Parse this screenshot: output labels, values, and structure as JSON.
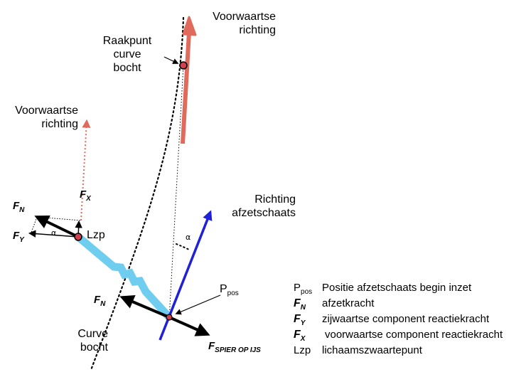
{
  "labels": {
    "forward_top": [
      "Voorwaartse",
      "richting"
    ],
    "contact_point": [
      "Raakpunt",
      "curve",
      "bocht"
    ],
    "forward_left": [
      "Voorwaartse",
      "richting"
    ],
    "push_direction": [
      "Richting",
      "afzetschaats"
    ],
    "curve": [
      "Curve",
      "bocht"
    ],
    "lzp": "Lzp",
    "alpha": "α",
    "p_pos": {
      "main": "P",
      "sub": "pos"
    }
  },
  "forces": {
    "fn_left": {
      "main": "F",
      "sub": "N"
    },
    "fy_left": {
      "main": "F",
      "sub": "Y"
    },
    "fx_left": {
      "main": "F",
      "sub": "X"
    },
    "fn_lower": {
      "main": "F",
      "sub": "N"
    },
    "fspier": {
      "main": "F",
      "sub": "SPIER OP IJS"
    }
  },
  "legend": [
    {
      "sym_main": "P",
      "sym_sub": "pos",
      "style": "plain",
      "text": "Positie afzetschaats begin inzet"
    },
    {
      "sym_main": "F",
      "sym_sub": "N",
      "style": "force",
      "text": "afzetkracht"
    },
    {
      "sym_main": "F",
      "sym_sub": "Y",
      "style": "force",
      "text": "zijwaartse component reactiekracht"
    },
    {
      "sym_main": "F",
      "sym_sub": "X",
      "style": "force",
      "text": "voorwaartse component reactiekracht"
    },
    {
      "sym_main": "Lzp",
      "sym_sub": "",
      "style": "plain",
      "text": "lichaamszwaartepunt"
    }
  ],
  "colors": {
    "forward_arrow": "#e06a5c",
    "skate_blue": "#2020d8",
    "leg": "#6fcdf0",
    "point_fill": "#d0404f"
  }
}
